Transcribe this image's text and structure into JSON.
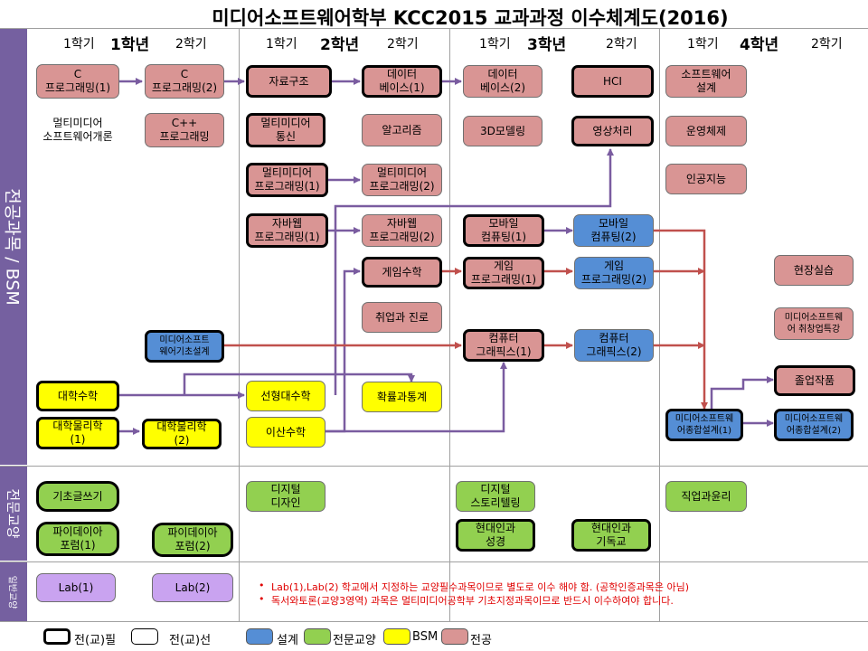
{
  "title": "미디어소프트웨어학부 KCC2015 교과과정 이수체계도(2016)",
  "rows": {
    "major": "전공과목 / BSM",
    "liberal": "전문교양",
    "general": "일반교양"
  },
  "years": [
    "1학년",
    "2학년",
    "3학년",
    "4학년"
  ],
  "semesters": [
    "1학기",
    "2학기"
  ],
  "courses": {
    "c1": "C\n프로그래밍(1)",
    "c2": "C\n프로그래밍(2)",
    "ds": "자료구조",
    "db1": "데이터\n베이스(1)",
    "db2": "데이터\n베이스(2)",
    "hci": "HCI",
    "swd": "소프트웨어\n설계",
    "mmintro": "멀티미디어\n소프트웨어개론",
    "cpp": "C++\n프로그래밍",
    "mmcomm": "멀티미디어\n통신",
    "algo": "알고리즘",
    "model3d": "3D모델링",
    "imgproc": "영상처리",
    "os": "운영체제",
    "mmp1": "멀티미디어\n프로그래밍(1)",
    "mmp2": "멀티미디어\n프로그래밍(2)",
    "ai": "인공지능",
    "java1": "자바웹\n프로그래밍(1)",
    "java2": "자바웹\n프로그래밍(2)",
    "mob1": "모바일\n컴퓨팅(1)",
    "mob2": "모바일\n컴퓨팅(2)",
    "gmath": "게임수학",
    "game1": "게임\n프로그래밍(1)",
    "game2": "게임\n프로그래밍(2)",
    "intern": "현장실습",
    "career": "취업과 진로",
    "mmstartup": "미디어소프트웨\n어 취창업특강",
    "swbase": "미디어소프트\n웨어기초설계",
    "gfx1": "컴퓨터\n그래픽스(1)",
    "gfx2": "컴퓨터\n그래픽스(2)",
    "calc": "대학수학",
    "linalg": "선형대수학",
    "prob": "확률과통계",
    "grad": "졸업작품",
    "phys1": "대학물리학\n(1)",
    "phys2": "대학물리학\n(2)",
    "discrete": "이산수학",
    "cap1": "미디어소프트웨\n어종합설계(1)",
    "cap2": "미디어소프트웨\n어종합설계(2)",
    "writing": "기초글쓰기",
    "digdesign": "디지털\n디자인",
    "digstory": "디지털\n스토리텔링",
    "ethics": "직업과윤리",
    "python1": "파이데이아\n포럼(1)",
    "python2": "파이데이아\n포럼(2)",
    "modern1": "현대인과\n성경",
    "modern2": "현대인과\n기독교",
    "lab1": "Lab(1)",
    "lab2": "Lab(2)"
  },
  "notes": [
    "Lab(1),Lab(2) 학교에서 지정하는 교양필수과목이므로 별도로 이수 해야 함. (공학인증과목은 아님)",
    "독서와토론(교양3영역) 과목은 멀티미디어공학부 기초지정과목이므로 반드시 이수하여야 합니다."
  ],
  "legend": {
    "required": "전(교)필",
    "elective": "전(교)선",
    "design": "설계",
    "liberal": "전문교양",
    "bsm": "BSM",
    "major": "전공"
  },
  "colors": {
    "major": "#d99594",
    "design": "#558ed5",
    "liberal": "#92d050",
    "bsm": "#ffff00",
    "lab": "#c9a3f0",
    "row_header": "#7560a0",
    "arrow_purple": "#7a5ca0",
    "arrow_red": "#c0504d"
  }
}
